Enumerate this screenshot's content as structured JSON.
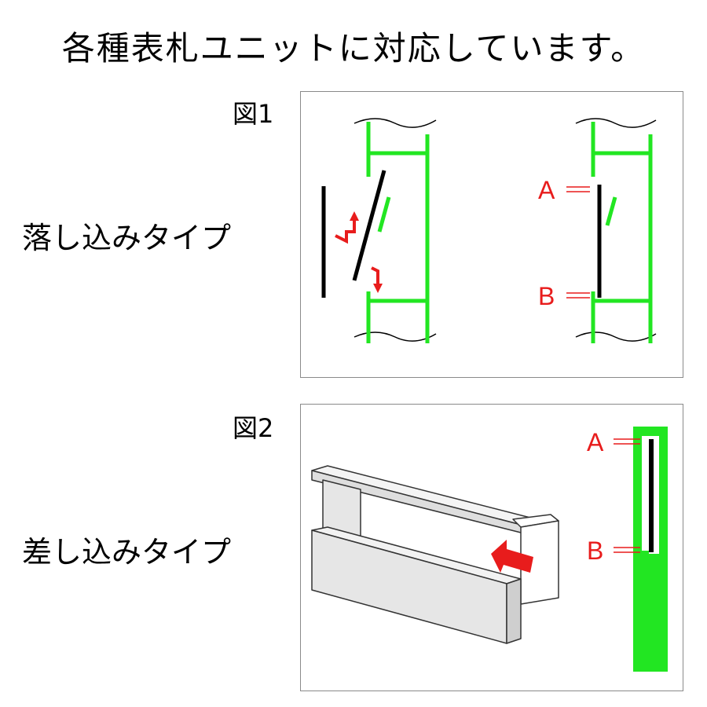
{
  "title": "各種表札ユニットに対応しています。",
  "figure1": {
    "label": "図1",
    "type_label": "落し込みタイプ",
    "marker_a": "A",
    "marker_b": "B"
  },
  "figure2": {
    "label": "図2",
    "type_label": "差し込みタイプ",
    "marker_a": "A",
    "marker_b": "B"
  },
  "colors": {
    "frame_green": "#22e622",
    "arrow_red": "#e81c1c",
    "plate_black": "#000000",
    "panel_border": "#8a8a8a",
    "unit_gray": "#e6e6e6"
  }
}
